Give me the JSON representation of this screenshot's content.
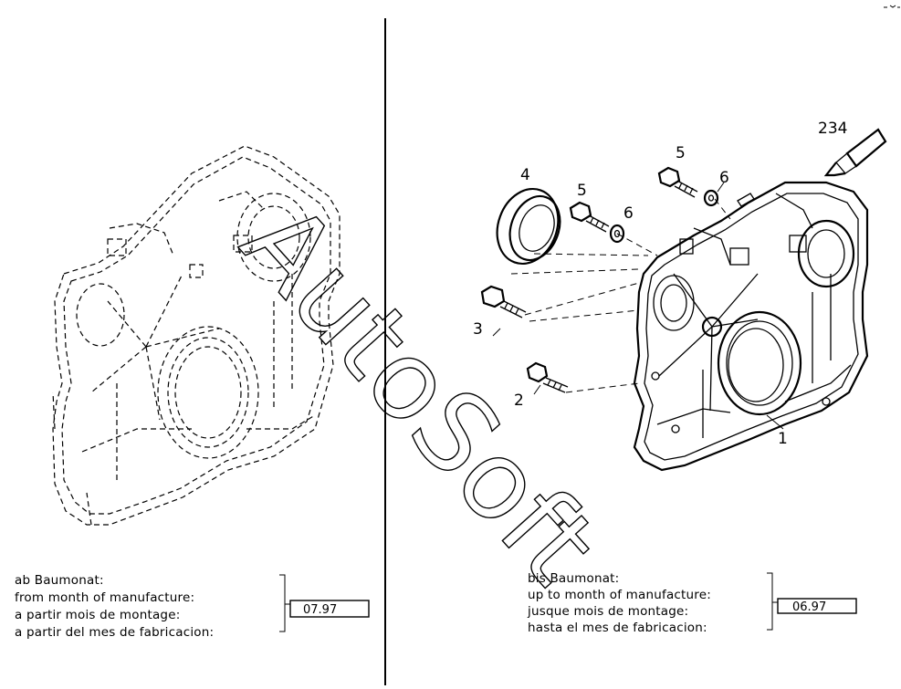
{
  "parts": {
    "p234": "234",
    "p5a": "5",
    "p6a": "6",
    "p4": "4",
    "p5b": "5",
    "p6b": "6",
    "p3": "3",
    "p2": "2",
    "p1": "1"
  },
  "left_note": {
    "lines": [
      "ab Baumonat:",
      "from month of manufacture:",
      "a partir mois de montage:",
      "a partir del mes de fabricacion:"
    ],
    "date": "07.97"
  },
  "right_note": {
    "lines": [
      "bis Baumonat:",
      "up to month of manufacture:",
      "jusque mois de montage:",
      "hasta el mes de fabricacion:"
    ],
    "date": "06.97"
  },
  "watermark": "AutoSoft"
}
